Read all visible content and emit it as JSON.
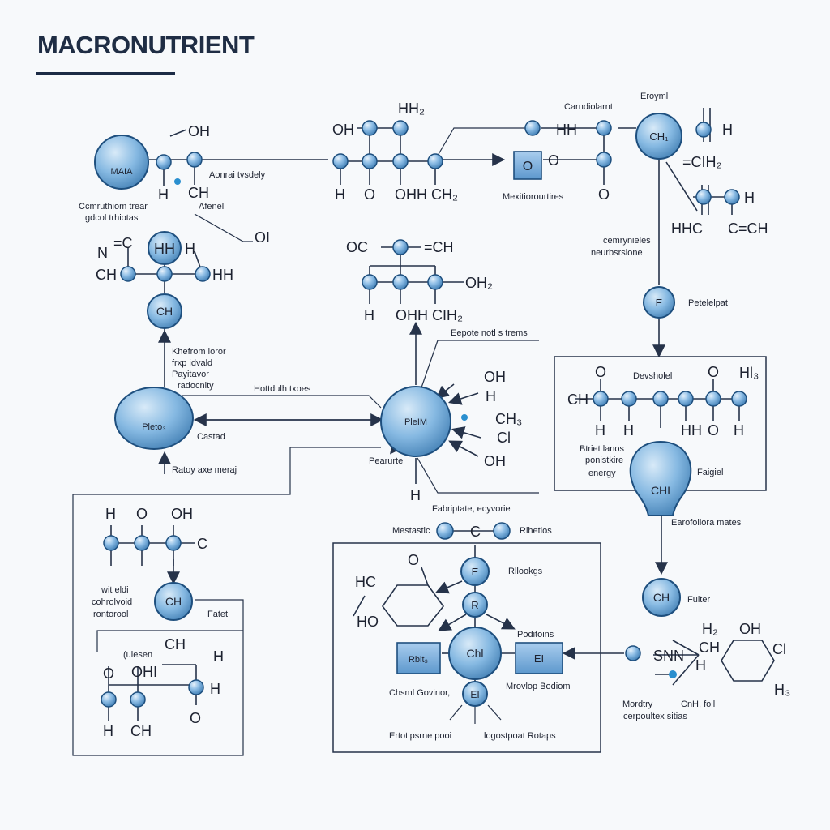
{
  "title": "MACRONUTRIENT",
  "big_nodes": [
    {
      "id": "maia",
      "label": "MAIA"
    },
    {
      "id": "ch_top",
      "label": "CH₁"
    },
    {
      "id": "ch_left",
      "label": "CH"
    },
    {
      "id": "pleto",
      "label": "Pleto₃"
    },
    {
      "id": "pleim",
      "label": "PleIM"
    },
    {
      "id": "e_node",
      "label": "E"
    },
    {
      "id": "chi_node",
      "label": "CHI"
    },
    {
      "id": "ch_lower",
      "label": "CH"
    },
    {
      "id": "ch_right",
      "label": "CH"
    },
    {
      "id": "e_small",
      "label": "E"
    },
    {
      "id": "r_node",
      "label": "R"
    },
    {
      "id": "chi_center",
      "label": "Chl"
    },
    {
      "id": "ei_node",
      "label": "EI"
    }
  ],
  "boxes": [
    {
      "id": "box_o",
      "label": "O"
    },
    {
      "id": "box_rblt",
      "label": "Rblt₃"
    },
    {
      "id": "box_ei",
      "label": "EI"
    }
  ],
  "labels": [
    {
      "id": "conrai_tvsdely",
      "text": "Aonrai tvsdely"
    },
    {
      "id": "conmuthom_tnear",
      "text": "Ccmruthiom trear"
    },
    {
      "id": "gdcol_tnlotes",
      "text": "gdcol trhiotas"
    },
    {
      "id": "afenel",
      "text": "Afenel"
    },
    {
      "id": "carndiolamt",
      "text": "Carndiolarnt"
    },
    {
      "id": "eroyml",
      "text": "Eroyml"
    },
    {
      "id": "mexitiorourtires",
      "text": "Mexitiorourtires"
    },
    {
      "id": "cemrynieles",
      "text": "cemrynieles"
    },
    {
      "id": "neursbxsione",
      "text": "neurbsrsione"
    },
    {
      "id": "petelelpat",
      "text": "Petelelpat"
    },
    {
      "id": "khefrom_loror",
      "text": "Khefrom loror"
    },
    {
      "id": "frxp_idvald",
      "text": "frxp idvald"
    },
    {
      "id": "payitavor",
      "text": "Payitavor"
    },
    {
      "id": "radocnity",
      "text": "radocnity"
    },
    {
      "id": "hottdulh_txoes",
      "text": "Hottdulh txoes"
    },
    {
      "id": "castad",
      "text": "Castad"
    },
    {
      "id": "ratoy_axe",
      "text": "Ratoy axe meraj"
    },
    {
      "id": "eepote_notl",
      "text": "Eepote notl s trems"
    },
    {
      "id": "pearurte",
      "text": "Pearurte"
    },
    {
      "id": "devsholel",
      "text": "Devsholel"
    },
    {
      "id": "btriet_lanos",
      "text": "Btriet lanos"
    },
    {
      "id": "ponistkire",
      "text": "ponistkire"
    },
    {
      "id": "energy",
      "text": "energy"
    },
    {
      "id": "faigiel",
      "text": "Faigiel"
    },
    {
      "id": "earofoliora",
      "text": "Earofoliora mates"
    },
    {
      "id": "fabriptate",
      "text": "Fabriptate, ecyvorie"
    },
    {
      "id": "mestastic",
      "text": "Mestastic"
    },
    {
      "id": "rlhetios",
      "text": "Rlhetios"
    },
    {
      "id": "rllookgs",
      "text": "Rllookgs"
    },
    {
      "id": "wit_eldi",
      "text": "wit eldi"
    },
    {
      "id": "cohrolvoid",
      "text": "cohrolvoid"
    },
    {
      "id": "rontorool",
      "text": "rontorool"
    },
    {
      "id": "fatet",
      "text": "Fatet"
    },
    {
      "id": "uleser",
      "text": "(ulesen"
    },
    {
      "id": "poditoins",
      "text": "Poditoins"
    },
    {
      "id": "chsml_govinor",
      "text": "Chsml Govinor,"
    },
    {
      "id": "mrovlop",
      "text": "Mrovlop Bodiom"
    },
    {
      "id": "fulter",
      "text": "Fulter"
    },
    {
      "id": "ertotlpsrne",
      "text": "Ertotlpsrne pooi"
    },
    {
      "id": "logostpoat",
      "text": "logostpoat Rotaps"
    },
    {
      "id": "mordtry",
      "text": "Mordtry"
    },
    {
      "id": "cnth_foil",
      "text": "CnH, foil"
    },
    {
      "id": "cerpoultex",
      "text": "cerpoultex sitias"
    }
  ],
  "formulas": {
    "oh_a": "OH",
    "h_a": "H",
    "ch_a": "CH",
    "hh2_top": "HH₂",
    "oh_b": "OH",
    "h_b": "H",
    "o_b": "O",
    "ohh_ch2": "OHH CH₂",
    "hh_mid": "HH",
    "o_mid": "O",
    "o_mid2": "O",
    "ch_right_h": "H",
    "cih2": "=CIH₂",
    "h_r": "H",
    "hhc": "HHC",
    "c_ch": "C=CH",
    "c_left": "=C",
    "n_left": "N",
    "ch_left2": "CH",
    "hh_left": "HH",
    "oh_left": "OI",
    "h_left": "H",
    "oc_mid": "OC",
    "ch_mid": "=CH",
    "oh2_mid": "OH₂",
    "h_mid2": "H",
    "ohh_ch2b": "OHH CIH₂",
    "oh_r1": "OH",
    "h_r1": "H",
    "ch3_r": "CH₃",
    "ci_r": "Cl",
    "oh_r2": "OH",
    "h_down": "H",
    "h_box1": "H",
    "o_box1": "O",
    "h3_box1": "Hl₃",
    "ch_box1": "CH",
    "h_box1b": "H",
    "h_box1c": "H",
    "hh_box1": "HH",
    "o_box1b": "O",
    "h_box1d": "H",
    "h_bl": "H",
    "o_bl": "O",
    "oh_bl": "OH",
    "c_bl": "C",
    "h_bl2": "H",
    "ch_bl": "CH",
    "ohi_bl": "OHI",
    "h_bl3": "H",
    "o_bl2": "O",
    "h_bl4": "H",
    "ch_bl2": "CH",
    "hc_mid": "HC",
    "o_mid3": "O",
    "ho_mid": "HO",
    "c_mid": "C",
    "h2_r": "H₂",
    "oh_r": "OH",
    "cl_r": "Cl",
    "sn_r": "SNN",
    "ch_r3": "CH",
    "h3_r": "H₃",
    "h_r4": "H",
    "cl_r2": "Cl"
  },
  "colors": {
    "node_fill": "#7fb3dd",
    "node_stroke": "#1e4f7e",
    "line": "#26334a",
    "title_bar": "#1c2b45"
  }
}
